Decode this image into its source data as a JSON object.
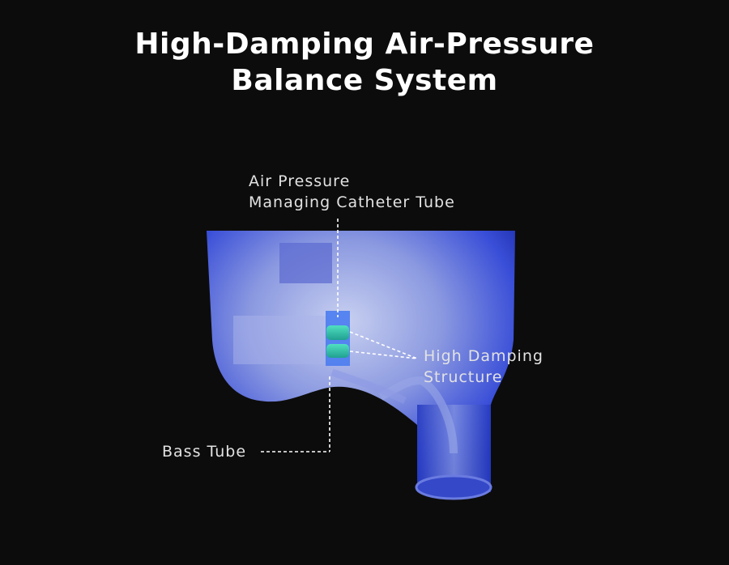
{
  "title": {
    "line1": "High-Damping Air-Pressure",
    "line2": "Balance System"
  },
  "labels": {
    "air_pressure_line1": "Air Pressure",
    "air_pressure_line2": "Managing Catheter Tube",
    "high_damping_line1": "High Damping",
    "high_damping_line2": "Structure",
    "bass_tube": "Bass Tube"
  },
  "colors": {
    "background": "#0c0c0c",
    "shell_blue": "#2a3fd0",
    "damping_green": "#3fd0b0"
  }
}
